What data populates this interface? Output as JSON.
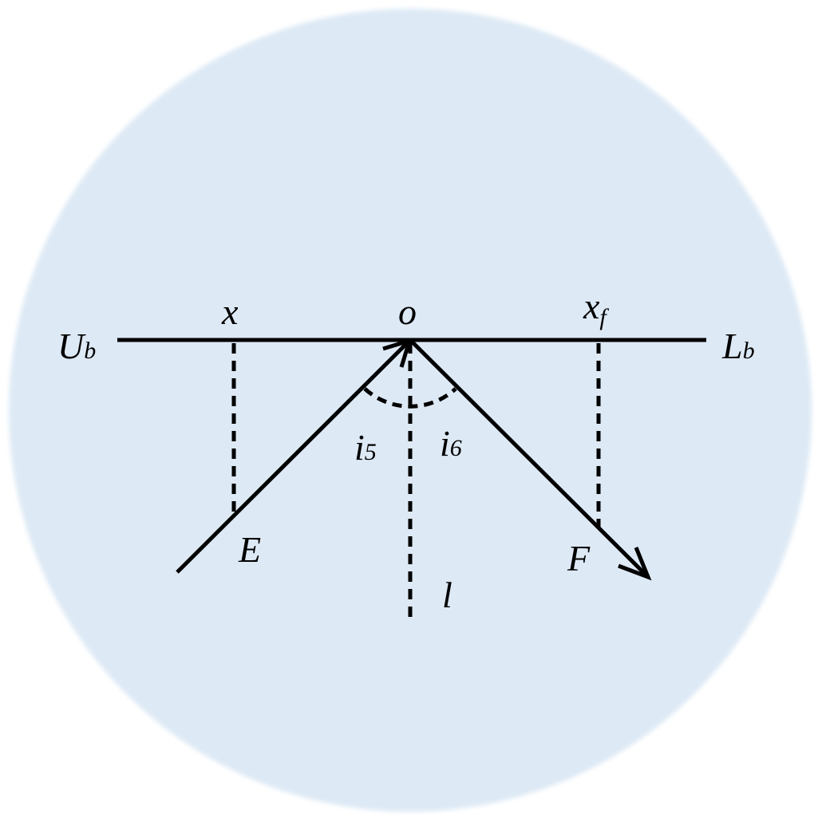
{
  "diagram": {
    "colors": {
      "background_disc": "#dde9f5",
      "ink": "#000000"
    },
    "labels": {
      "left_end": {
        "main": "U",
        "sub": "b"
      },
      "right_end": {
        "main": "L",
        "sub": "b"
      },
      "point_x": "x",
      "point_o": "o",
      "point_xf": {
        "main": "x",
        "sub": "f"
      },
      "angle_left": {
        "main": "i",
        "sub": "5"
      },
      "angle_right": {
        "main": "i",
        "sub": "6"
      },
      "point_e": "E",
      "point_f": "F",
      "normal": "l"
    }
  }
}
